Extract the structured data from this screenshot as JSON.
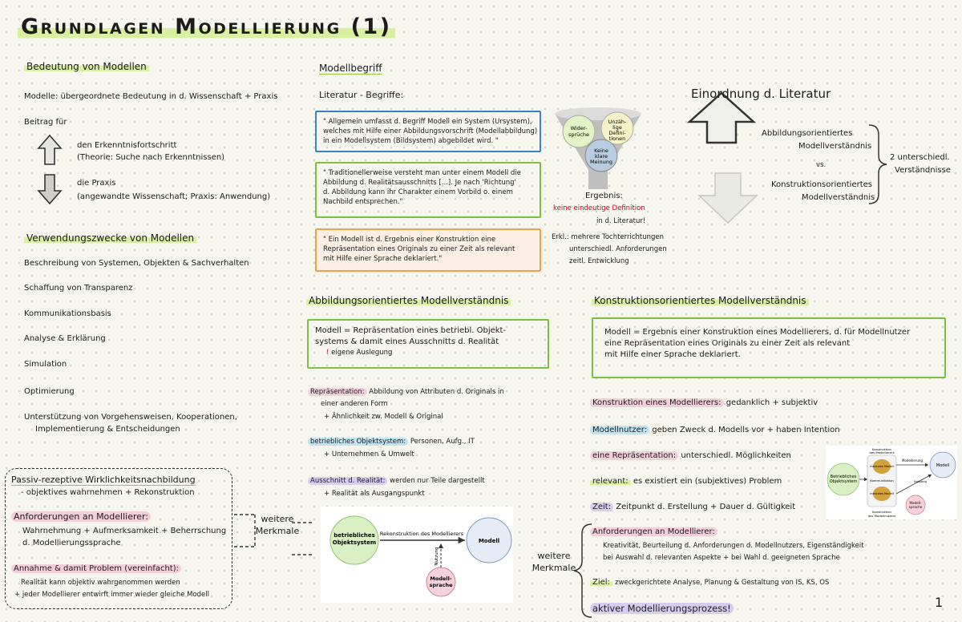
{
  "title": "Grundlagen Modellierung (1)",
  "page_number": "1",
  "bedeutung": {
    "heading": "Bedeutung von Modellen",
    "line1": "Modelle: übergeordnete Bedeutung in d. Wissenschaft + Praxis",
    "beitrag": "Beitrag für",
    "up1": "den Erkenntnisfortschritt",
    "up2": "(Theorie: Suche nach Erkenntnissen)",
    "down1": "die Praxis",
    "down2": "(angewandte Wissenschaft; Praxis: Anwendung)"
  },
  "verwendung": {
    "heading": "Verwendungszwecke von Modellen",
    "items": [
      "Beschreibung von Systemen, Objekten & Sachverhalten",
      "Schaffung von Transparenz",
      "Kommunikationsbasis",
      "Analyse & Erklärung",
      "Simulation",
      "Optimierung",
      "Unterstützung von Vorgehensweisen, Kooperationen,",
      "Implementierung & Entscheidungen"
    ]
  },
  "left_box": {
    "l1": "Passiv-rezeptive Wirklichkeitsnachbildung",
    "l2": "- objektives wahrnehmen + Rekonstruktion",
    "l3": "Anforderungen an Modellierer:",
    "l4": "Wahrnehmung + Aufmerksamkeit + Beherrschung",
    "l5": "d. Modellierungssprache",
    "l6": "Annahme & damit Problem (vereinfacht):",
    "l7": "Realität kann objektiv wahrgenommen werden",
    "l8": "+ jeder Modellierer entwirft immer wieder gleiche Modell",
    "weitere": "weitere Merkmale"
  },
  "modellbegriff": {
    "heading": "Modellbegriff",
    "sub": "Literatur - Begriffe:",
    "blue": [
      "\" Allgemein umfasst d. Begriff Modell ein System (Ursystem),",
      "welches mit Hilfe einer Abbildungsvorschrift (Modellabbildung)",
      "in ein Modellsystem (Bildsystem) abgebildet wird. \""
    ],
    "green": [
      "\" Traditionellerweise versteht man unter einem Modell die",
      "Abbildung d. Realitätsausschnitts [...]. Je nach 'Richtung'",
      "d. Abbildung kann ihr Charakter einem Vorbild o. einem",
      "Nachbild entsprechen.\""
    ],
    "orange": [
      "\" Ein Modell ist d. Ergebnis einer Konstruktion eine",
      "Repräsentation eines Originals zu einer Zeit als relevant",
      "mit Hilfe einer Sprache deklariert.\""
    ],
    "funnel": {
      "c1": "Wider-sprüche",
      "c2": "Unzäh-lige Defini-tionen",
      "c3": "Keine klare Meinung"
    },
    "ergebnis": "Ergebnis:",
    "red1": "keine eindeutige Definition",
    "red2": "in d. Literatur!",
    "erkl1": "Erkl.: mehrere Tochterrichtungen",
    "erkl2": "unterschiedl. Anforderungen",
    "erkl3": "zeitl. Entwicklung"
  },
  "einordnung": {
    "heading": "Einordnung d. Literatur",
    "r1": "Abbildungsorientiertes",
    "r2": "Modellverständnis",
    "vs": "vs.",
    "r3": "Konstruktionsorientiertes",
    "r4": "Modellverständnis",
    "brace_note1": "2 unterschiedl.",
    "brace_note2": "Verständnisse"
  },
  "abbildung": {
    "heading": "Abbildungsorientiertes Modellverständnis",
    "box1": "Modell = Repräsentation eines betriebl. Objekt-",
    "box2": "systems & damit eines Ausschnitts d. Realität",
    "box3": "eigene Auslegung",
    "rep_label": "Repräsentation:",
    "rep1": "Abbildung von Attributen d. Originals in",
    "rep2": "einer anderen Form",
    "rep3": "+ Ähnlichkeit zw. Modell & Original",
    "obj_label": "betriebliches Objektsystem:",
    "obj1": "Personen, Aufg., IT",
    "obj2": "+ Unternehmen & Umwelt",
    "aus_label": "Ausschnitt d. Realität:",
    "aus1": "werden nur Teile dargestellt",
    "aus2": "+ Realität als Ausgangspunkt",
    "diagram": {
      "left": "betriebliches Objektsystem",
      "arrow": "Rekonstruktion des Modellierers",
      "right": "Modell",
      "bottom": "Modell-sprache",
      "nutzung": "Nutzung"
    }
  },
  "konstruktion": {
    "heading": "Konstruktionsorientiertes Modellverständnis",
    "box1": "Modell = Ergebnis einer Konstruktion eines Modellierers, d. für Modellnutzer",
    "box2": "eine Repräsentation eines Originals zu einer Zeit als relevant",
    "box3": "mit Hilfe einer Sprache deklariert.",
    "l1a": "Konstruktion eines Modellierers:",
    "l1b": "gedanklich + subjektiv",
    "l2a": "Modellnutzer:",
    "l2b": "geben Zweck d. Modells vor + haben Intention",
    "l3a": "eine Repräsentation:",
    "l3b": "unterschiedl. Möglichkeiten",
    "l4a": "relevant:",
    "l4b": "es existiert ein (subjektives) Problem",
    "l5a": "Zeit:",
    "l5b": "Zeitpunkt d. Erstellung + Dauer d. Gültigkeit",
    "weitere": "weitere Merkmale",
    "anf_label": "Anforderungen an Modellierer:",
    "anf1": "Kreativität, Beurteilung d. Anforderungen d. Modellnutzers, Eigenständigkeit",
    "anf2": "bei Auswahl d. relevanten Aspekte + bei Wahl d. geeigneten Sprache",
    "ziel_label": "Ziel:",
    "ziel": "zweckgerichtete Analyse, Planung & Gestaltung von IS, KS, OS",
    "aktiv": "aktiver Modellierungsprozess!",
    "diagram": {
      "left": "Betriebliches Objektsystem",
      "top": "Konstruktion des Modellierers",
      "mid1": "mentales Modell Erstellen",
      "mid2": "Kommunikation",
      "mid3": "mentales Modell Nutzen",
      "bottom": "Konstruktion des Modellnutzers",
      "model": "Modell",
      "model_label": "Modellierung",
      "sprache": "Modell-sprache",
      "nutzung": "Nutzung"
    }
  },
  "colors": {
    "highlight_green": "#d9f0a3",
    "highlight_pink": "#f3cfda",
    "highlight_blue": "#bfe3f5",
    "highlight_violet": "#d7cdef",
    "box_blue": "#3b7fd1",
    "box_green": "#7ac143",
    "box_orange": "#f0a04b",
    "red_text": "#d0021b"
  }
}
